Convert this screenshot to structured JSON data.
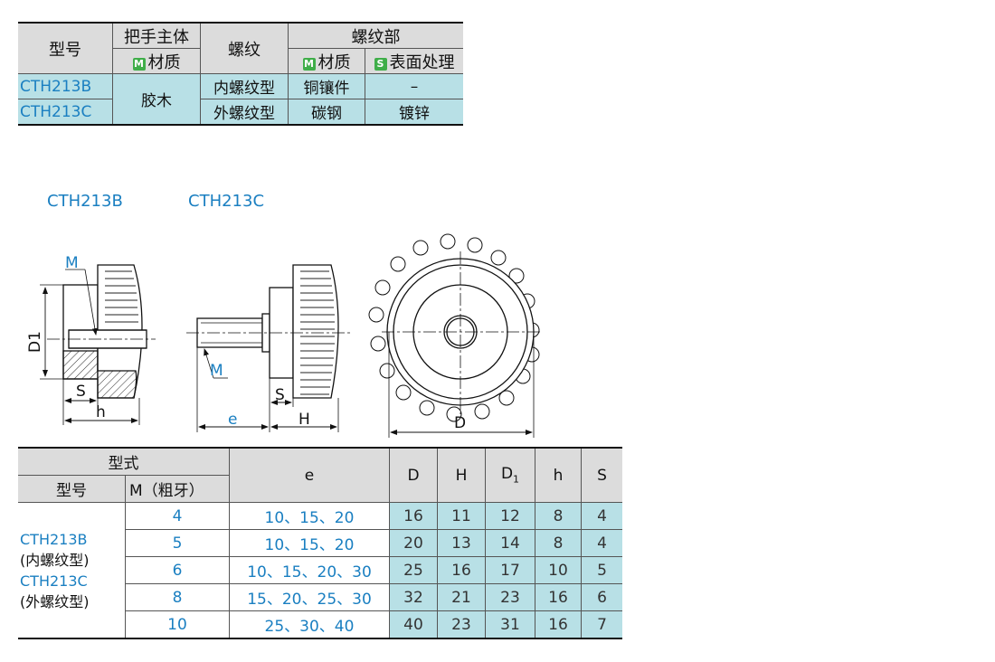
{
  "material_table": {
    "header": {
      "model": "型号",
      "handle_body": "把手主体",
      "handle_material": "材质",
      "thread": "螺纹",
      "thread_part": "螺纹部",
      "thread_material": "材质",
      "surface": "表面处理",
      "badge_m": "M",
      "badge_s": "S"
    },
    "rows": [
      {
        "model": "CTH213B",
        "body_material": "胶木",
        "thread": "内螺纹型",
        "thread_material": "铜镶件",
        "surface": "–"
      },
      {
        "model": "CTH213C",
        "body_material": "胶木",
        "thread": "外螺纹型",
        "thread_material": "碳钢",
        "surface": "镀锌"
      }
    ]
  },
  "drawing_labels": {
    "left_model": "CTH213B",
    "right_model": "CTH213C",
    "dim_m": "M",
    "dim_d1": "D1",
    "dim_s": "S",
    "dim_h": "h",
    "dim_e": "e",
    "dim_H": "H",
    "dim_D": "D"
  },
  "dimension_table": {
    "header": {
      "type": "型式",
      "model": "型号",
      "m": "M（粗牙）",
      "e": "e",
      "D": "D",
      "H": "H",
      "D1": "D",
      "D1_sub": "1",
      "h": "h",
      "S": "S"
    },
    "model_block": [
      "CTH213B",
      "(内螺纹型)",
      "CTH213C",
      "(外螺纹型)"
    ],
    "rows": [
      {
        "m": "4",
        "e": "10、15、20",
        "D": "16",
        "H": "11",
        "D1": "12",
        "h": "8",
        "S": "4"
      },
      {
        "m": "5",
        "e": "10、15、20",
        "D": "20",
        "H": "13",
        "D1": "14",
        "h": "8",
        "S": "4"
      },
      {
        "m": "6",
        "e": "10、15、20、30",
        "D": "25",
        "H": "16",
        "D1": "17",
        "h": "10",
        "S": "5"
      },
      {
        "m": "8",
        "e": "15、20、25、30",
        "D": "32",
        "H": "21",
        "D1": "23",
        "h": "16",
        "S": "6"
      },
      {
        "m": "10",
        "e": "25、30、40",
        "D": "40",
        "H": "23",
        "D1": "31",
        "h": "16",
        "S": "7"
      }
    ]
  },
  "colors": {
    "accent_blue": "#1a7fc1",
    "header_gray": "#dcdcdc",
    "value_cyan": "#b8e0e6",
    "badge_green": "#3fae49"
  }
}
